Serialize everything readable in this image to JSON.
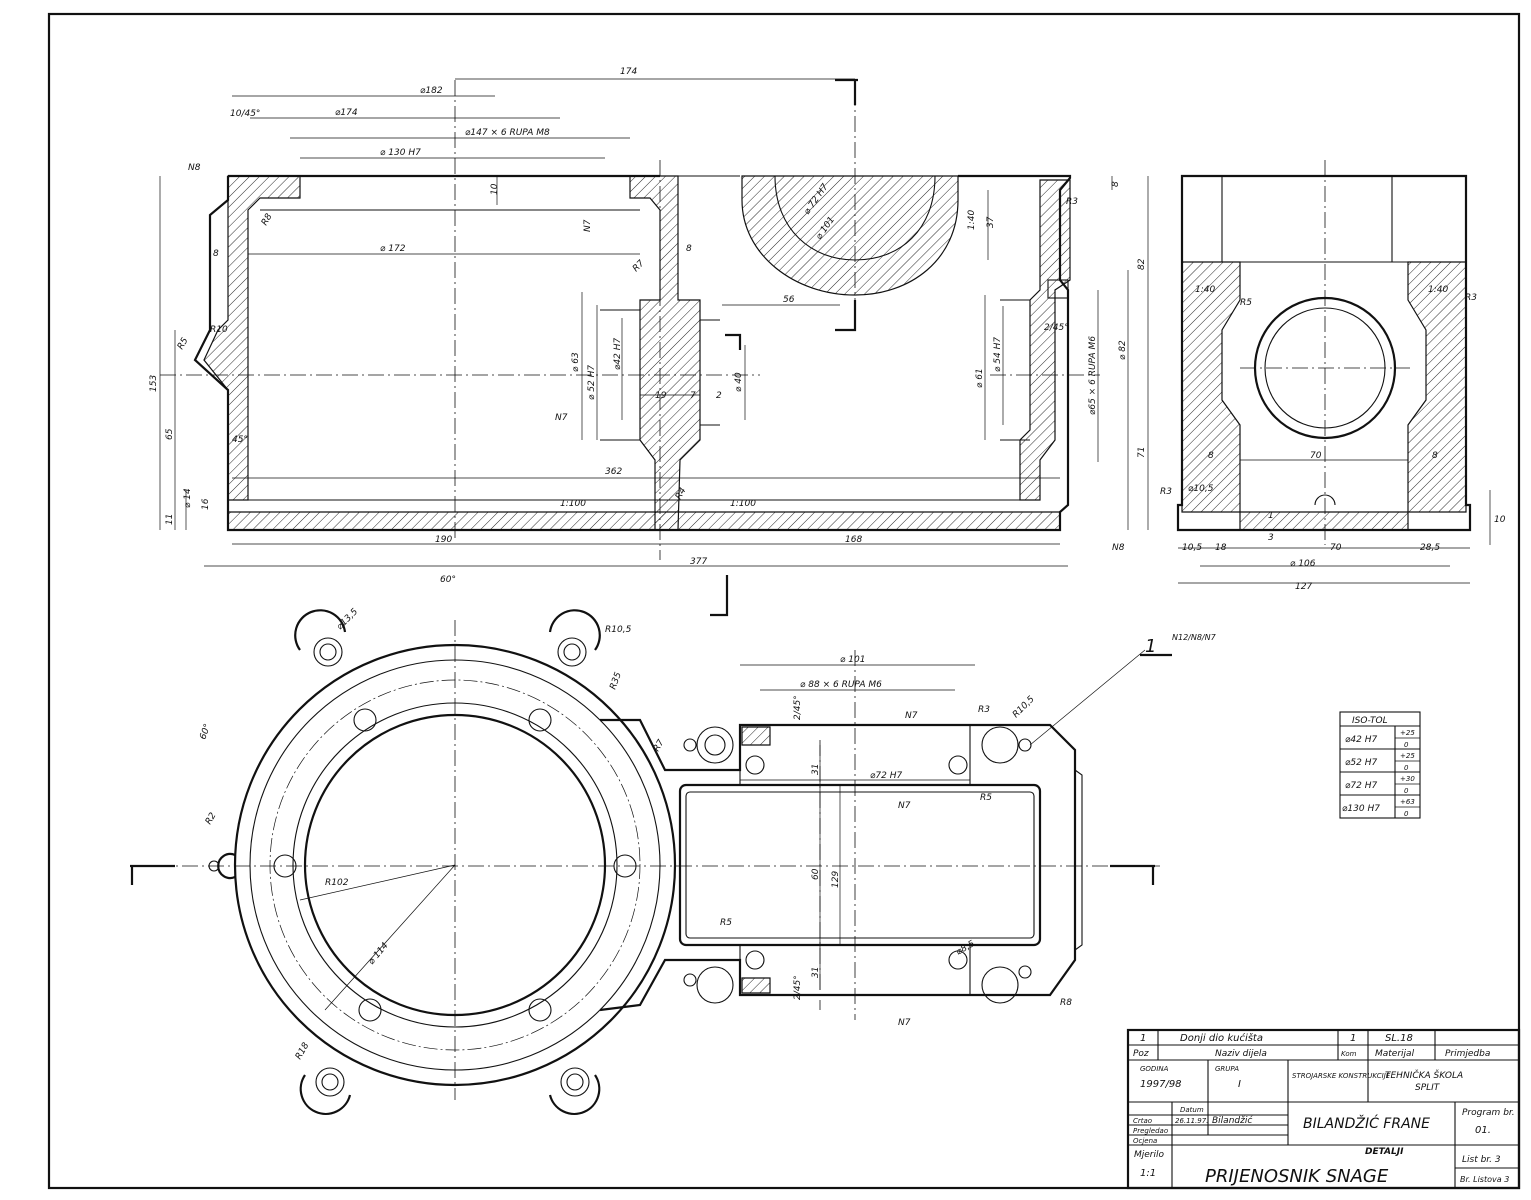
{
  "drawing": {
    "top_view_dims": {
      "d174_top": "174",
      "d182": "⌀182",
      "d174": "⌀174",
      "chamfer": "10/45°",
      "holes_m8": "⌀147 × 6 RUPA M8",
      "d130": "⌀ 130 H7",
      "d172": "⌀ 172",
      "d72": "⌀ 72 H7",
      "d101": "⌀ 101",
      "d63": "⌀ 63",
      "d52": "⌀ 52 H7",
      "d42": "⌀42 H7",
      "d40": "⌀ 40",
      "d61": "⌀ 61",
      "d54": "⌀ 54 H7",
      "d65": "⌀65 × 6 RUPA M6",
      "d82": "⌀ 82",
      "len56": "56",
      "len19": "19",
      "len7": "7",
      "len2": "2",
      "len362": "362",
      "len190": "190",
      "len168": "168",
      "len377": "377",
      "h153": "153",
      "h65": "65",
      "h11": "11",
      "h14": "⌀ 14",
      "h16": "16",
      "v82": "82",
      "v71": "71",
      "v37": "37",
      "v8": "8",
      "v10": "10",
      "taper1": "1:100",
      "taper2": "1:100",
      "taper40": "1:40",
      "chamfer2": "2/45°",
      "ang45": "45°",
      "w8a": "8",
      "w8b": "8",
      "r8": "R8",
      "r10": "R10",
      "r5": "R5",
      "r7": "R7",
      "r3": "R3",
      "r4": "R4",
      "n8": "N8",
      "n7": "N7"
    },
    "side_view_dims": {
      "w70": "70",
      "w8a": "8",
      "w8b": "8",
      "d10_5": "⌀10,5",
      "r3": "R3",
      "r5": "R5",
      "r3b": "R3",
      "taper1": "1:40",
      "taper2": "1:40",
      "b10_5": "10,5",
      "b18": "18",
      "b70": "70",
      "b28_5": "28,5",
      "d106": "⌀ 106",
      "w127": "127",
      "h3": "3",
      "h1": "1",
      "h10": "10"
    },
    "plan_view_dims": {
      "ang60": "60°",
      "ang60b": "60°",
      "d13_5": "⌀13,5",
      "r10_5": "R10,5",
      "r35": "R35",
      "r102": "R102",
      "d114": "⌀ 114",
      "r2": "R2",
      "r7": "R7",
      "d101": "⌀ 101",
      "holes_m6": "⌀ 88 × 6 RUPA M6",
      "d72": "⌀72 H7",
      "h31": "31",
      "h31b": "31",
      "h60": "60",
      "h129": "129",
      "c2_45": "2/45°",
      "c2_45b": "2/45°",
      "r3": "R3",
      "r10_5b": "R10,5",
      "r5": "R5",
      "r5b": "R5",
      "r8": "R8",
      "d8_5": "⌀8,5",
      "r18": "R18",
      "n7a": "N7",
      "n7b": "N7",
      "n7c": "N7"
    },
    "section_marker": "1",
    "section_symbols": "N12/N8/N7"
  },
  "iso_tol": {
    "title": "ISO-TOL",
    "rows": [
      {
        "name": "⌀42 H7",
        "upper": "+25",
        "lower": "0"
      },
      {
        "name": "⌀52 H7",
        "upper": "+25",
        "lower": "0"
      },
      {
        "name": "⌀72 H7",
        "upper": "+30",
        "lower": "0"
      },
      {
        "name": "⌀130 H7",
        "upper": "+63",
        "lower": "0"
      }
    ]
  },
  "title_block": {
    "qty": "1",
    "part_name": "Donji dio kućišta",
    "qty2": "1",
    "sheet_ref": "SL.18",
    "col_pos": "Poz",
    "col_name": "Naziv dijela",
    "col_kom": "Kom",
    "col_material": "Materijal",
    "col_note": "Primjedba",
    "godina_label": "GODINA",
    "godina": "1997/98",
    "grupa_label": "GRUPA",
    "grupa": "I",
    "subject": "STROJARSKE KONSTRUKCIJE",
    "school": "TEHNIČKA ŠKOLA",
    "city": "SPLIT",
    "datum_label": "Datum",
    "crtao": "Crtao",
    "crtao_date": "26.11.97.",
    "crtao_sign": "Bilandžić",
    "pregledao": "Pregledao",
    "ocjena": "Ocjena",
    "author": "BILANDŽIĆ FRANE",
    "program_label": "Program br.",
    "program": "01.",
    "mjerilo_label": "Mjerilo",
    "mjerilo": "1:1",
    "detalji": "DETALJI",
    "title": "PRIJENOSNIK SNAGE",
    "list": "List br. 3",
    "br_listova": "Br. Listova 3"
  }
}
